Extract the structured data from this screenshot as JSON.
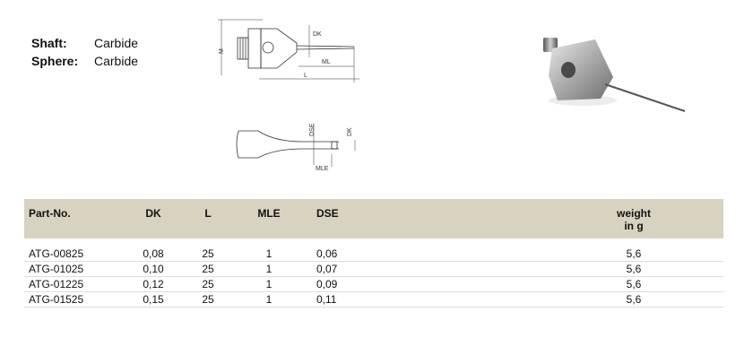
{
  "specs": {
    "shaft_label": "Shaft:",
    "shaft_value": "Carbide",
    "sphere_label": "Sphere:",
    "sphere_value": "Carbide"
  },
  "drawing_top": {
    "dk": "DK",
    "ml": "ML",
    "l": "L",
    "m": "M"
  },
  "drawing_detail": {
    "dse": "DSE",
    "dk": "DK",
    "mle": "MLE"
  },
  "table": {
    "headers": {
      "part": "Part-No.",
      "dk": "DK",
      "l": "L",
      "mle": "MLE",
      "dse": "DSE",
      "weight_line1": "weight",
      "weight_line2": "in g"
    },
    "rows": [
      {
        "part": "ATG-00825",
        "dk": "0,08",
        "l": "25",
        "mle": "1",
        "dse": "0,06",
        "weight": "5,6"
      },
      {
        "part": "ATG-01025",
        "dk": "0,10",
        "l": "25",
        "mle": "1",
        "dse": "0,07",
        "weight": "5,6"
      },
      {
        "part": "ATG-01225",
        "dk": "0,12",
        "l": "25",
        "mle": "1",
        "dse": "0,09",
        "weight": "5,6"
      },
      {
        "part": "ATG-01525",
        "dk": "0,15",
        "l": "25",
        "mle": "1",
        "dse": "0,11",
        "weight": "5,6"
      }
    ]
  }
}
